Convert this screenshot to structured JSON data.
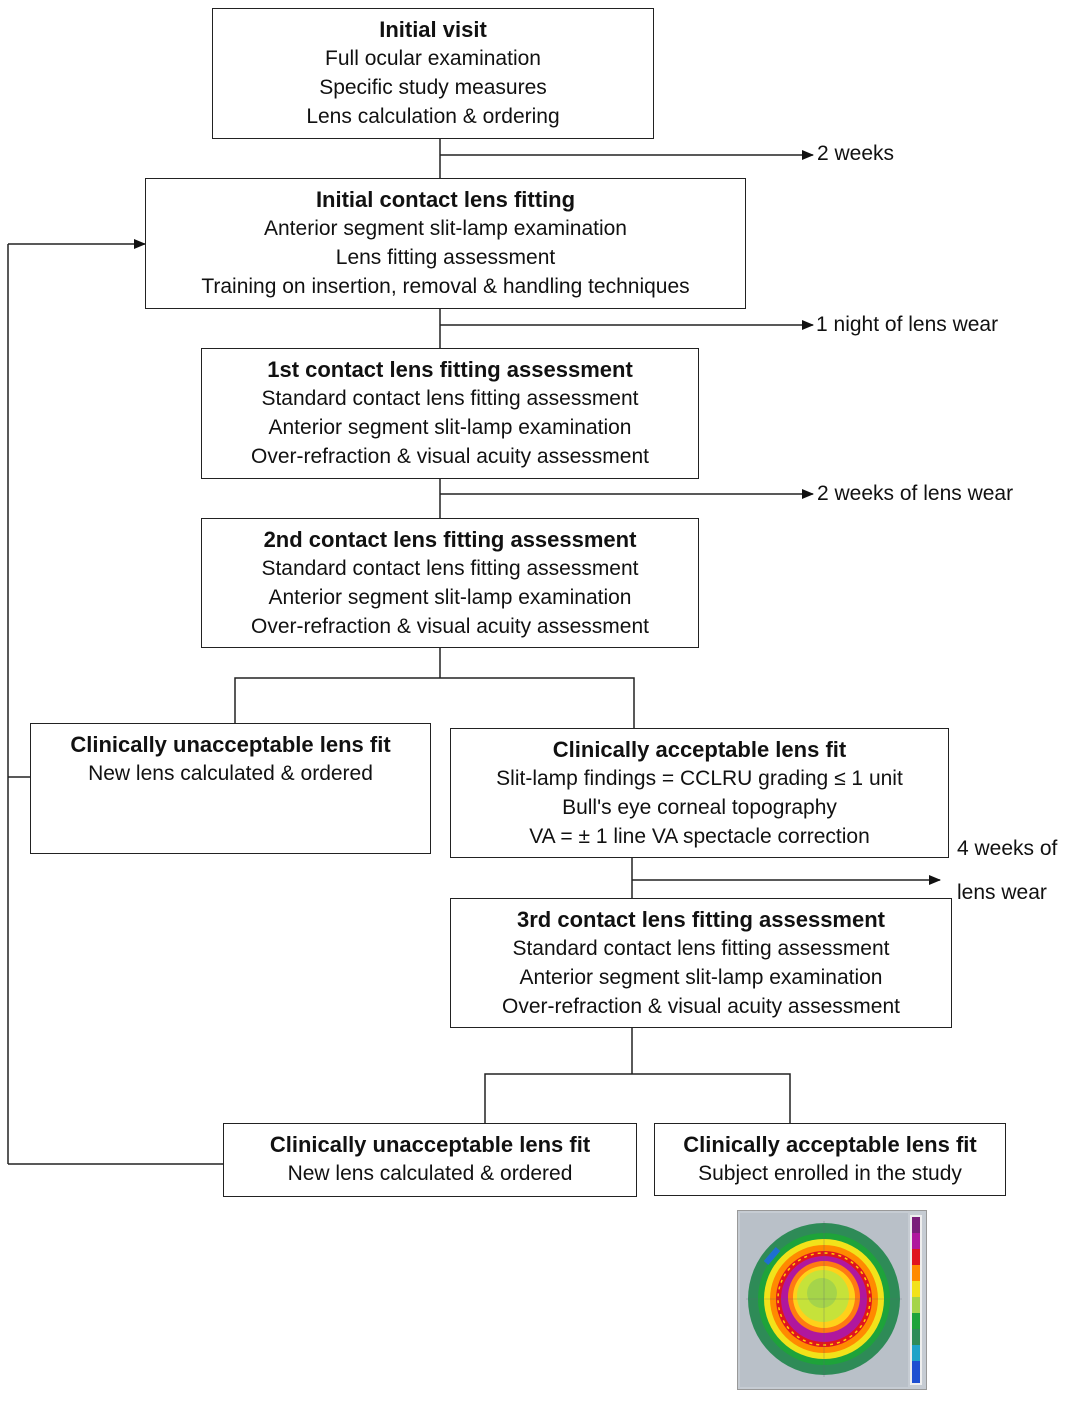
{
  "boxes": {
    "initial_visit": {
      "title": "Initial visit",
      "lines": [
        "Full ocular examination",
        "Specific study measures",
        "Lens calculation & ordering"
      ]
    },
    "initial_fitting": {
      "title": "Initial contact lens fitting",
      "lines": [
        "Anterior segment slit-lamp examination",
        "Lens fitting assessment",
        "Training on insertion, removal & handling techniques"
      ]
    },
    "assessment_1": {
      "title": "1st contact lens fitting assessment",
      "lines": [
        "Standard contact lens fitting assessment",
        "Anterior segment slit-lamp examination",
        "Over-refraction & visual acuity assessment"
      ]
    },
    "assessment_2": {
      "title": "2nd contact lens fitting assessment",
      "lines": [
        "Standard contact lens fitting assessment",
        "Anterior segment slit-lamp examination",
        "Over-refraction & visual acuity assessment"
      ]
    },
    "unacceptable_1": {
      "title": "Clinically unacceptable lens fit",
      "lines": [
        "New lens calculated & ordered"
      ]
    },
    "acceptable_1": {
      "title": "Clinically acceptable lens fit",
      "lines": [
        "Slit-lamp findings = CCLRU grading ≤ 1 unit",
        "Bull's eye corneal topography",
        "VA = ± 1 line VA spectacle correction"
      ]
    },
    "assessment_3": {
      "title": "3rd contact lens fitting assessment",
      "lines": [
        "Standard contact lens fitting assessment",
        "Anterior segment slit-lamp examination",
        "Over-refraction & visual acuity assessment"
      ]
    },
    "unacceptable_2": {
      "title": "Clinically unacceptable lens fit",
      "lines": [
        "New lens calculated & ordered"
      ]
    },
    "acceptable_2": {
      "title": "Clinically acceptable lens fit",
      "lines": [
        "Subject enrolled in the study"
      ]
    }
  },
  "timing_labels": [
    "2 weeks",
    "1 night of lens wear",
    "2 weeks of lens wear",
    "4 weeks of",
    "lens wear"
  ]
}
